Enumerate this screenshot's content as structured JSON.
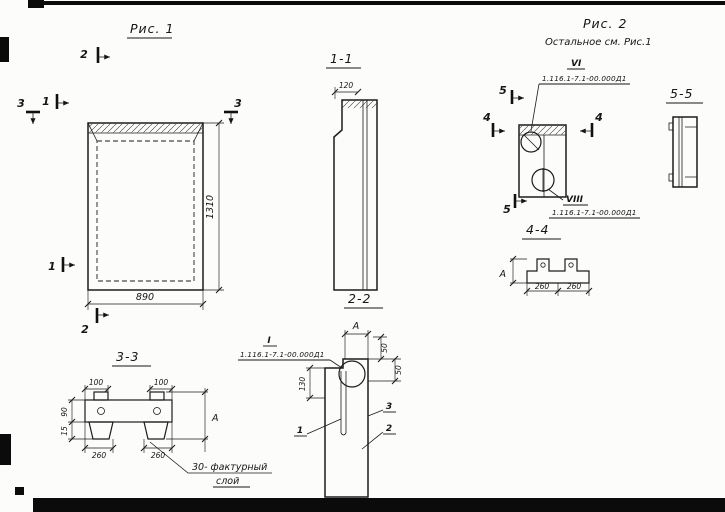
{
  "colors": {
    "ink": "#1c1c1c",
    "paper": "#fcfcfa"
  },
  "fig1": {
    "title": "Рис. 1",
    "cut1_label": "1",
    "cut2_label": "2",
    "cut3_label": "3",
    "dim_height": "1310",
    "dim_width": "890"
  },
  "sec11": {
    "title": "1-1",
    "dim_top": "120"
  },
  "fig2": {
    "title": "Рис. 2",
    "subtitle": "Остальное см. Рис.1",
    "cut4_label": "4",
    "cut5_label": "5",
    "detail_vi": "VI",
    "detail_vi_doc": "1.116.1-7.1-00.000Д1",
    "detail_viii": "VIII",
    "detail_viii_doc": "1.116.1-7.1-00.000Д1"
  },
  "sec55": {
    "title": "5-5"
  },
  "sec44": {
    "title": "4-4",
    "dim_a": "А",
    "dim_left": "260",
    "dim_right": "260"
  },
  "sec33": {
    "title": "3-3",
    "dim100_left": "100",
    "dim100_right": "100",
    "dim90": "90",
    "dim15": "15",
    "dim260_left": "260",
    "dim260_right": "260",
    "dim_a": "А",
    "note_line1": "30- фактурный",
    "note_line2": "слой"
  },
  "sec22": {
    "title": "2-2",
    "dim_a": "А",
    "detail_label": "I",
    "detail_doc": "1.116.1-7.1-00.000Д1",
    "dim50_upper": "50",
    "dim50_lower": "50",
    "dim130": "130",
    "callout_1": "1",
    "callout_2": "2",
    "callout_3": "3"
  }
}
